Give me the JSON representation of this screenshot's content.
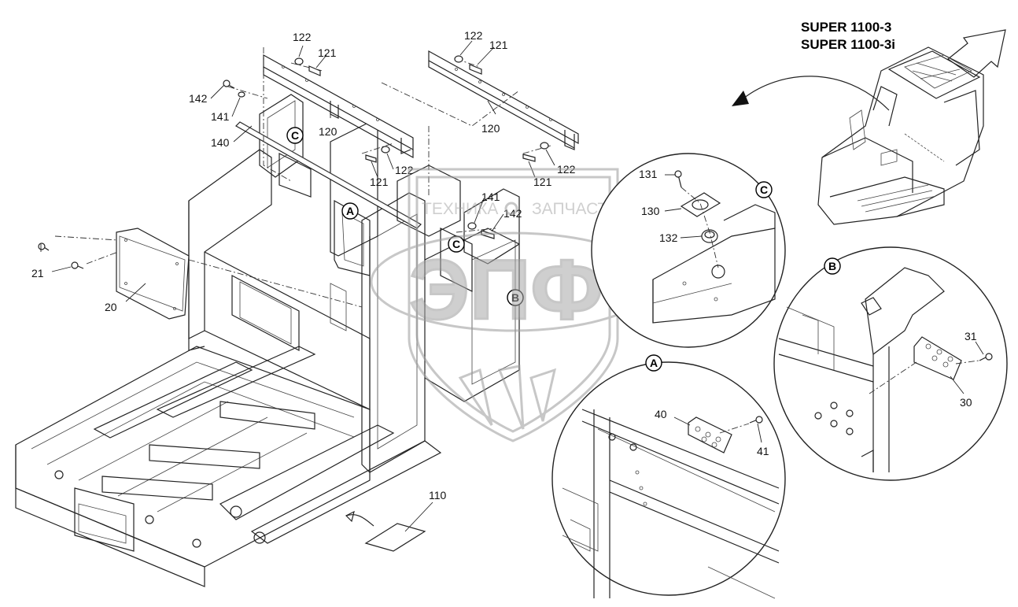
{
  "titles": [
    "SUPER 1100-3",
    "SUPER 1100-3i"
  ],
  "callouts": {
    "c120a": "120",
    "c121a": "121",
    "c122a": "122",
    "c120b": "120",
    "c121b": "121",
    "c122b": "122",
    "c121c": "121",
    "c122c": "122",
    "c121d": "121",
    "c122d": "122",
    "c140": "140",
    "c141": "141",
    "c142": "142",
    "c141b": "141",
    "c142b": "142",
    "c20": "20",
    "c21": "21",
    "c110": "110",
    "c130": "130",
    "c131": "131",
    "c132": "132",
    "c30": "30",
    "c31": "31",
    "c40": "40",
    "c41": "41"
  },
  "view_markers": {
    "A": "A",
    "B": "B",
    "C": "C"
  },
  "watermark": {
    "brand": "ЭПФ",
    "left": "ТЕХНИКА",
    "right": "ЗАПЧАСТИ"
  }
}
